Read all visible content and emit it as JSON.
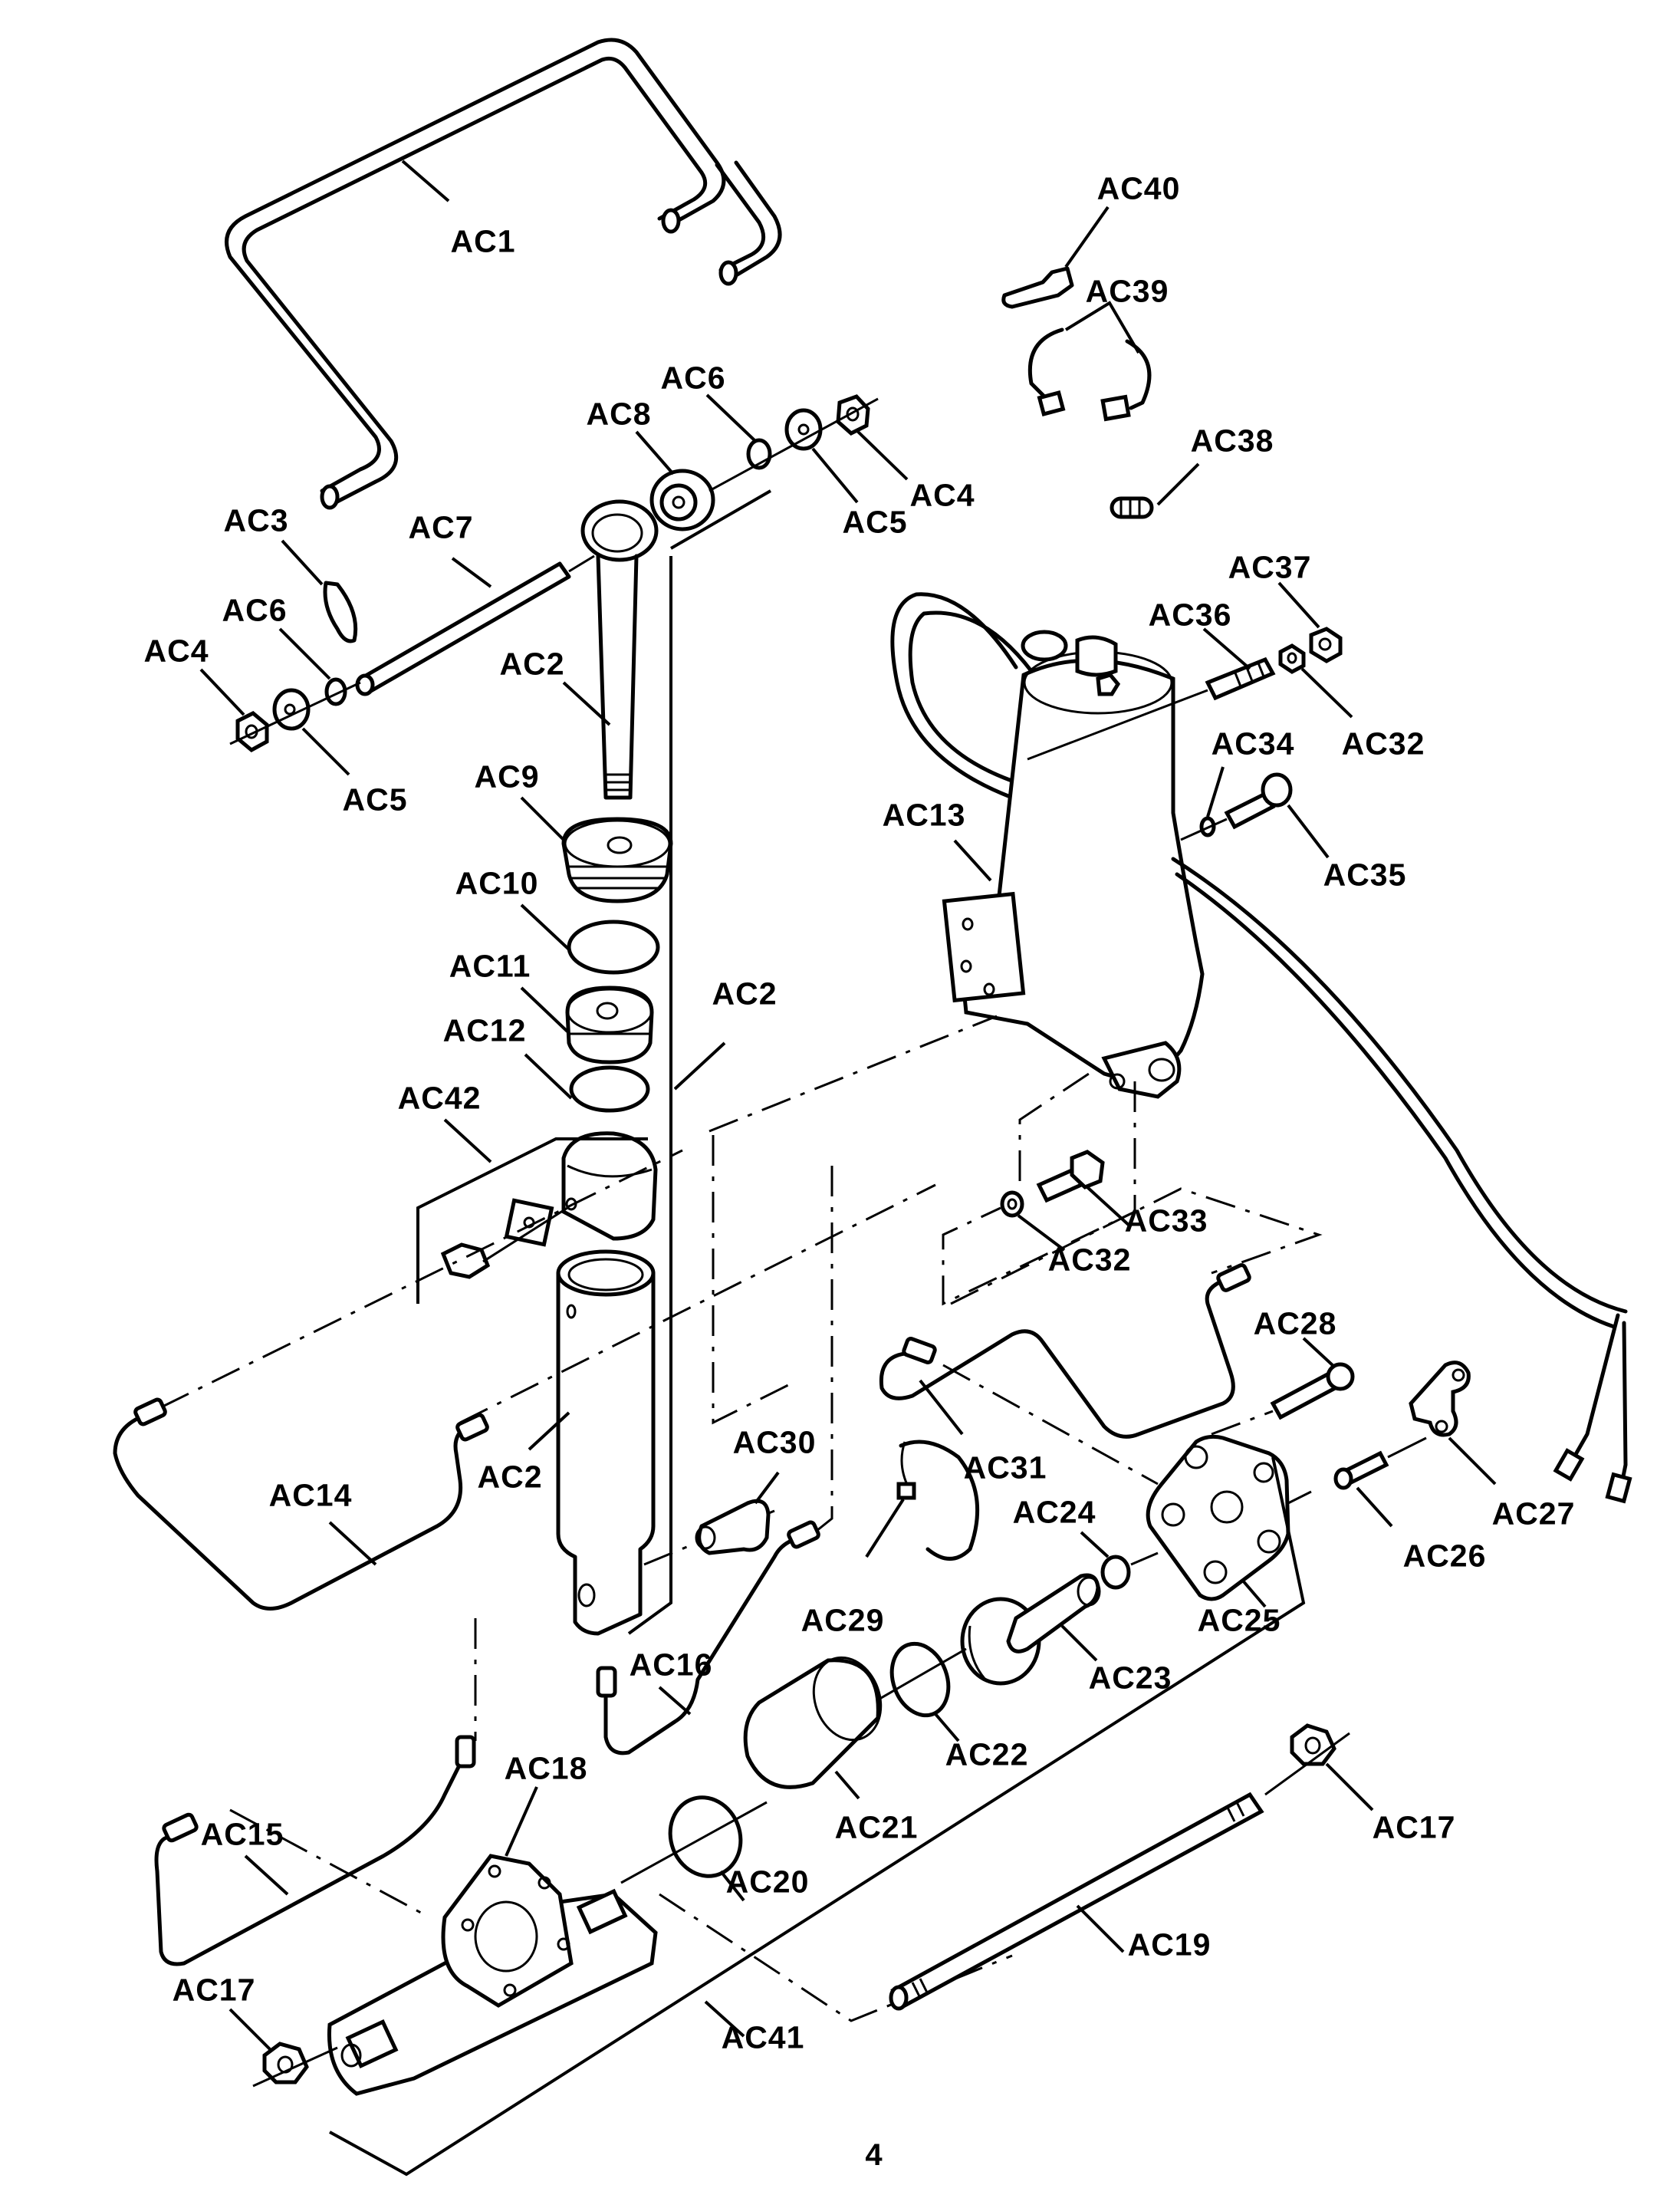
{
  "diagram": {
    "type": "exploded-parts-diagram",
    "page_number": "4",
    "callouts": {
      "ac1": "AC1",
      "ac2_upper": "AC2",
      "ac2_right": "AC2",
      "ac2_lower": "AC2",
      "ac3": "AC3",
      "ac4_top": "AC4",
      "ac4_left": "AC4",
      "ac5_top": "AC5",
      "ac5_left": "AC5",
      "ac6_top": "AC6",
      "ac6_left": "AC6",
      "ac7": "AC7",
      "ac8": "AC8",
      "ac9": "AC9",
      "ac10": "AC10",
      "ac11": "AC11",
      "ac12": "AC12",
      "ac13": "AC13",
      "ac14": "AC14",
      "ac15": "AC15",
      "ac16": "AC16",
      "ac17_right": "AC17",
      "ac17_left": "AC17",
      "ac18": "AC18",
      "ac19": "AC19",
      "ac20": "AC20",
      "ac21": "AC21",
      "ac22": "AC22",
      "ac23": "AC23",
      "ac24": "AC24",
      "ac25": "AC25",
      "ac26": "AC26",
      "ac27": "AC27",
      "ac28": "AC28",
      "ac29": "AC29",
      "ac30": "AC30",
      "ac31": "AC31",
      "ac32_upper": "AC32",
      "ac32_lower": "AC32",
      "ac33": "AC33",
      "ac34": "AC34",
      "ac35": "AC35",
      "ac36": "AC36",
      "ac37": "AC37",
      "ac38": "AC38",
      "ac39": "AC39",
      "ac40": "AC40",
      "ac41": "AC41",
      "ac42": "AC42"
    },
    "parts": [
      {
        "id": "AC1",
        "depicts": "bent tube (manifold loop)"
      },
      {
        "id": "AC2",
        "depicts": "ram / cylinder rod and tube assembly"
      },
      {
        "id": "AC3",
        "depicts": "hair-pin cotter clip"
      },
      {
        "id": "AC4",
        "depicts": "nut"
      },
      {
        "id": "AC5",
        "depicts": "washer"
      },
      {
        "id": "AC6",
        "depicts": "lock washer"
      },
      {
        "id": "AC7",
        "depicts": "pivot pin / shaft"
      },
      {
        "id": "AC8",
        "depicts": "bushing"
      },
      {
        "id": "AC9",
        "depicts": "threaded end cap"
      },
      {
        "id": "AC10",
        "depicts": "o-ring"
      },
      {
        "id": "AC11",
        "depicts": "piston"
      },
      {
        "id": "AC12",
        "depicts": "o-ring"
      },
      {
        "id": "AC13",
        "depicts": "pump motor"
      },
      {
        "id": "AC14",
        "depicts": "hydraulic line"
      },
      {
        "id": "AC15",
        "depicts": "hydraulic line"
      },
      {
        "id": "AC16",
        "depicts": "hydraulic line"
      },
      {
        "id": "AC17",
        "depicts": "nut"
      },
      {
        "id": "AC18",
        "depicts": "mounting flange"
      },
      {
        "id": "AC19",
        "depicts": "tie rod / stud"
      },
      {
        "id": "AC20",
        "depicts": "o-ring"
      },
      {
        "id": "AC21",
        "depicts": "reservoir sleeve"
      },
      {
        "id": "AC22",
        "depicts": "o-ring"
      },
      {
        "id": "AC23",
        "depicts": "valve spool"
      },
      {
        "id": "AC24",
        "depicts": "o-ring"
      },
      {
        "id": "AC25",
        "depicts": "end plate"
      },
      {
        "id": "AC26",
        "depicts": "screw"
      },
      {
        "id": "AC27",
        "depicts": "clamp"
      },
      {
        "id": "AC28",
        "depicts": "bolt"
      },
      {
        "id": "AC29",
        "depicts": "retaining ring"
      },
      {
        "id": "AC30",
        "depicts": "fitting"
      },
      {
        "id": "AC31",
        "depicts": "hydraulic line"
      },
      {
        "id": "AC32",
        "depicts": "lock washer"
      },
      {
        "id": "AC33",
        "depicts": "bolt"
      },
      {
        "id": "AC34",
        "depicts": "washer"
      },
      {
        "id": "AC35",
        "depicts": "screw"
      },
      {
        "id": "AC36",
        "depicts": "stud"
      },
      {
        "id": "AC37",
        "depicts": "nut"
      },
      {
        "id": "AC38",
        "depicts": "spring"
      },
      {
        "id": "AC39",
        "depicts": "wire leads"
      },
      {
        "id": "AC40",
        "depicts": "connector"
      },
      {
        "id": "AC41",
        "depicts": "base bracket"
      },
      {
        "id": "AC42",
        "depicts": "clamp kit"
      }
    ]
  }
}
